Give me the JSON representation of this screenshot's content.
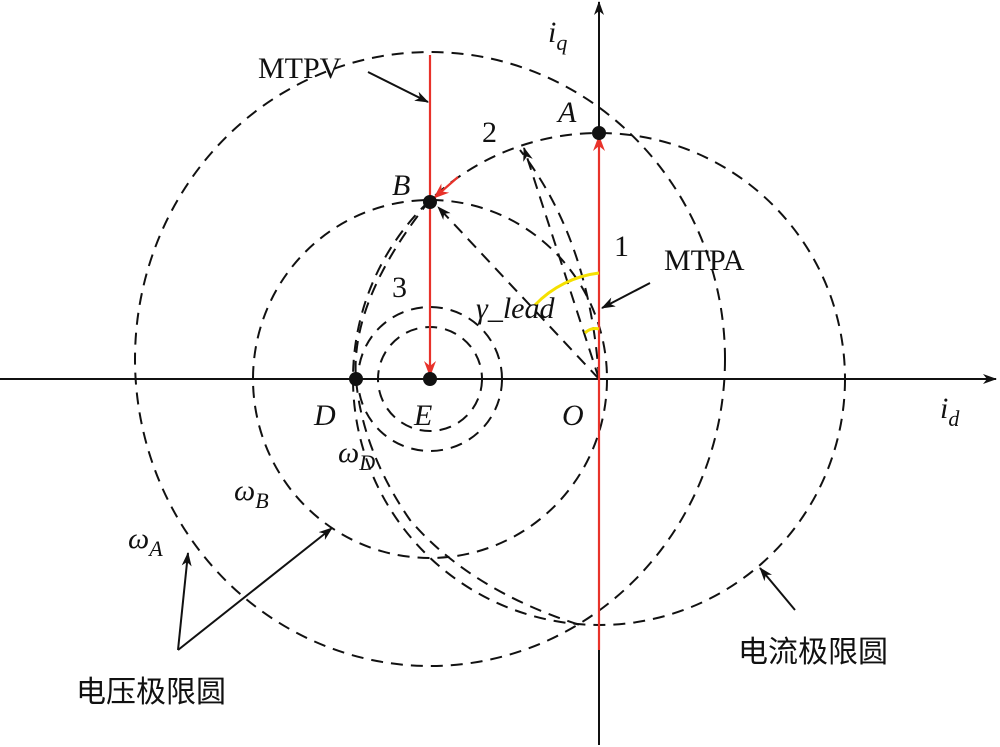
{
  "axes": {
    "iq": "i",
    "iq_sub": "q",
    "id": "i",
    "id_sub": "d"
  },
  "points": {
    "A": "A",
    "B": "B",
    "D": "D",
    "E": "E",
    "O": "O"
  },
  "segments": {
    "one": "1",
    "two": "2",
    "three": "3"
  },
  "angle_label": "γ_lead",
  "curves": {
    "mtpv": "MTPV",
    "mtpa": "MTPA"
  },
  "voltage_labels": {
    "omega_a": "ω",
    "omega_a_sub": "A",
    "omega_b": "ω",
    "omega_b_sub": "B",
    "omega_d": "ω",
    "omega_d_sub": "D"
  },
  "legend": {
    "voltage_limit": "电压极限圆",
    "current_limit": "电流极限圆"
  },
  "colors": {
    "trajectory": "#e8322a",
    "angle": "#f5e000",
    "ink": "#111111"
  }
}
